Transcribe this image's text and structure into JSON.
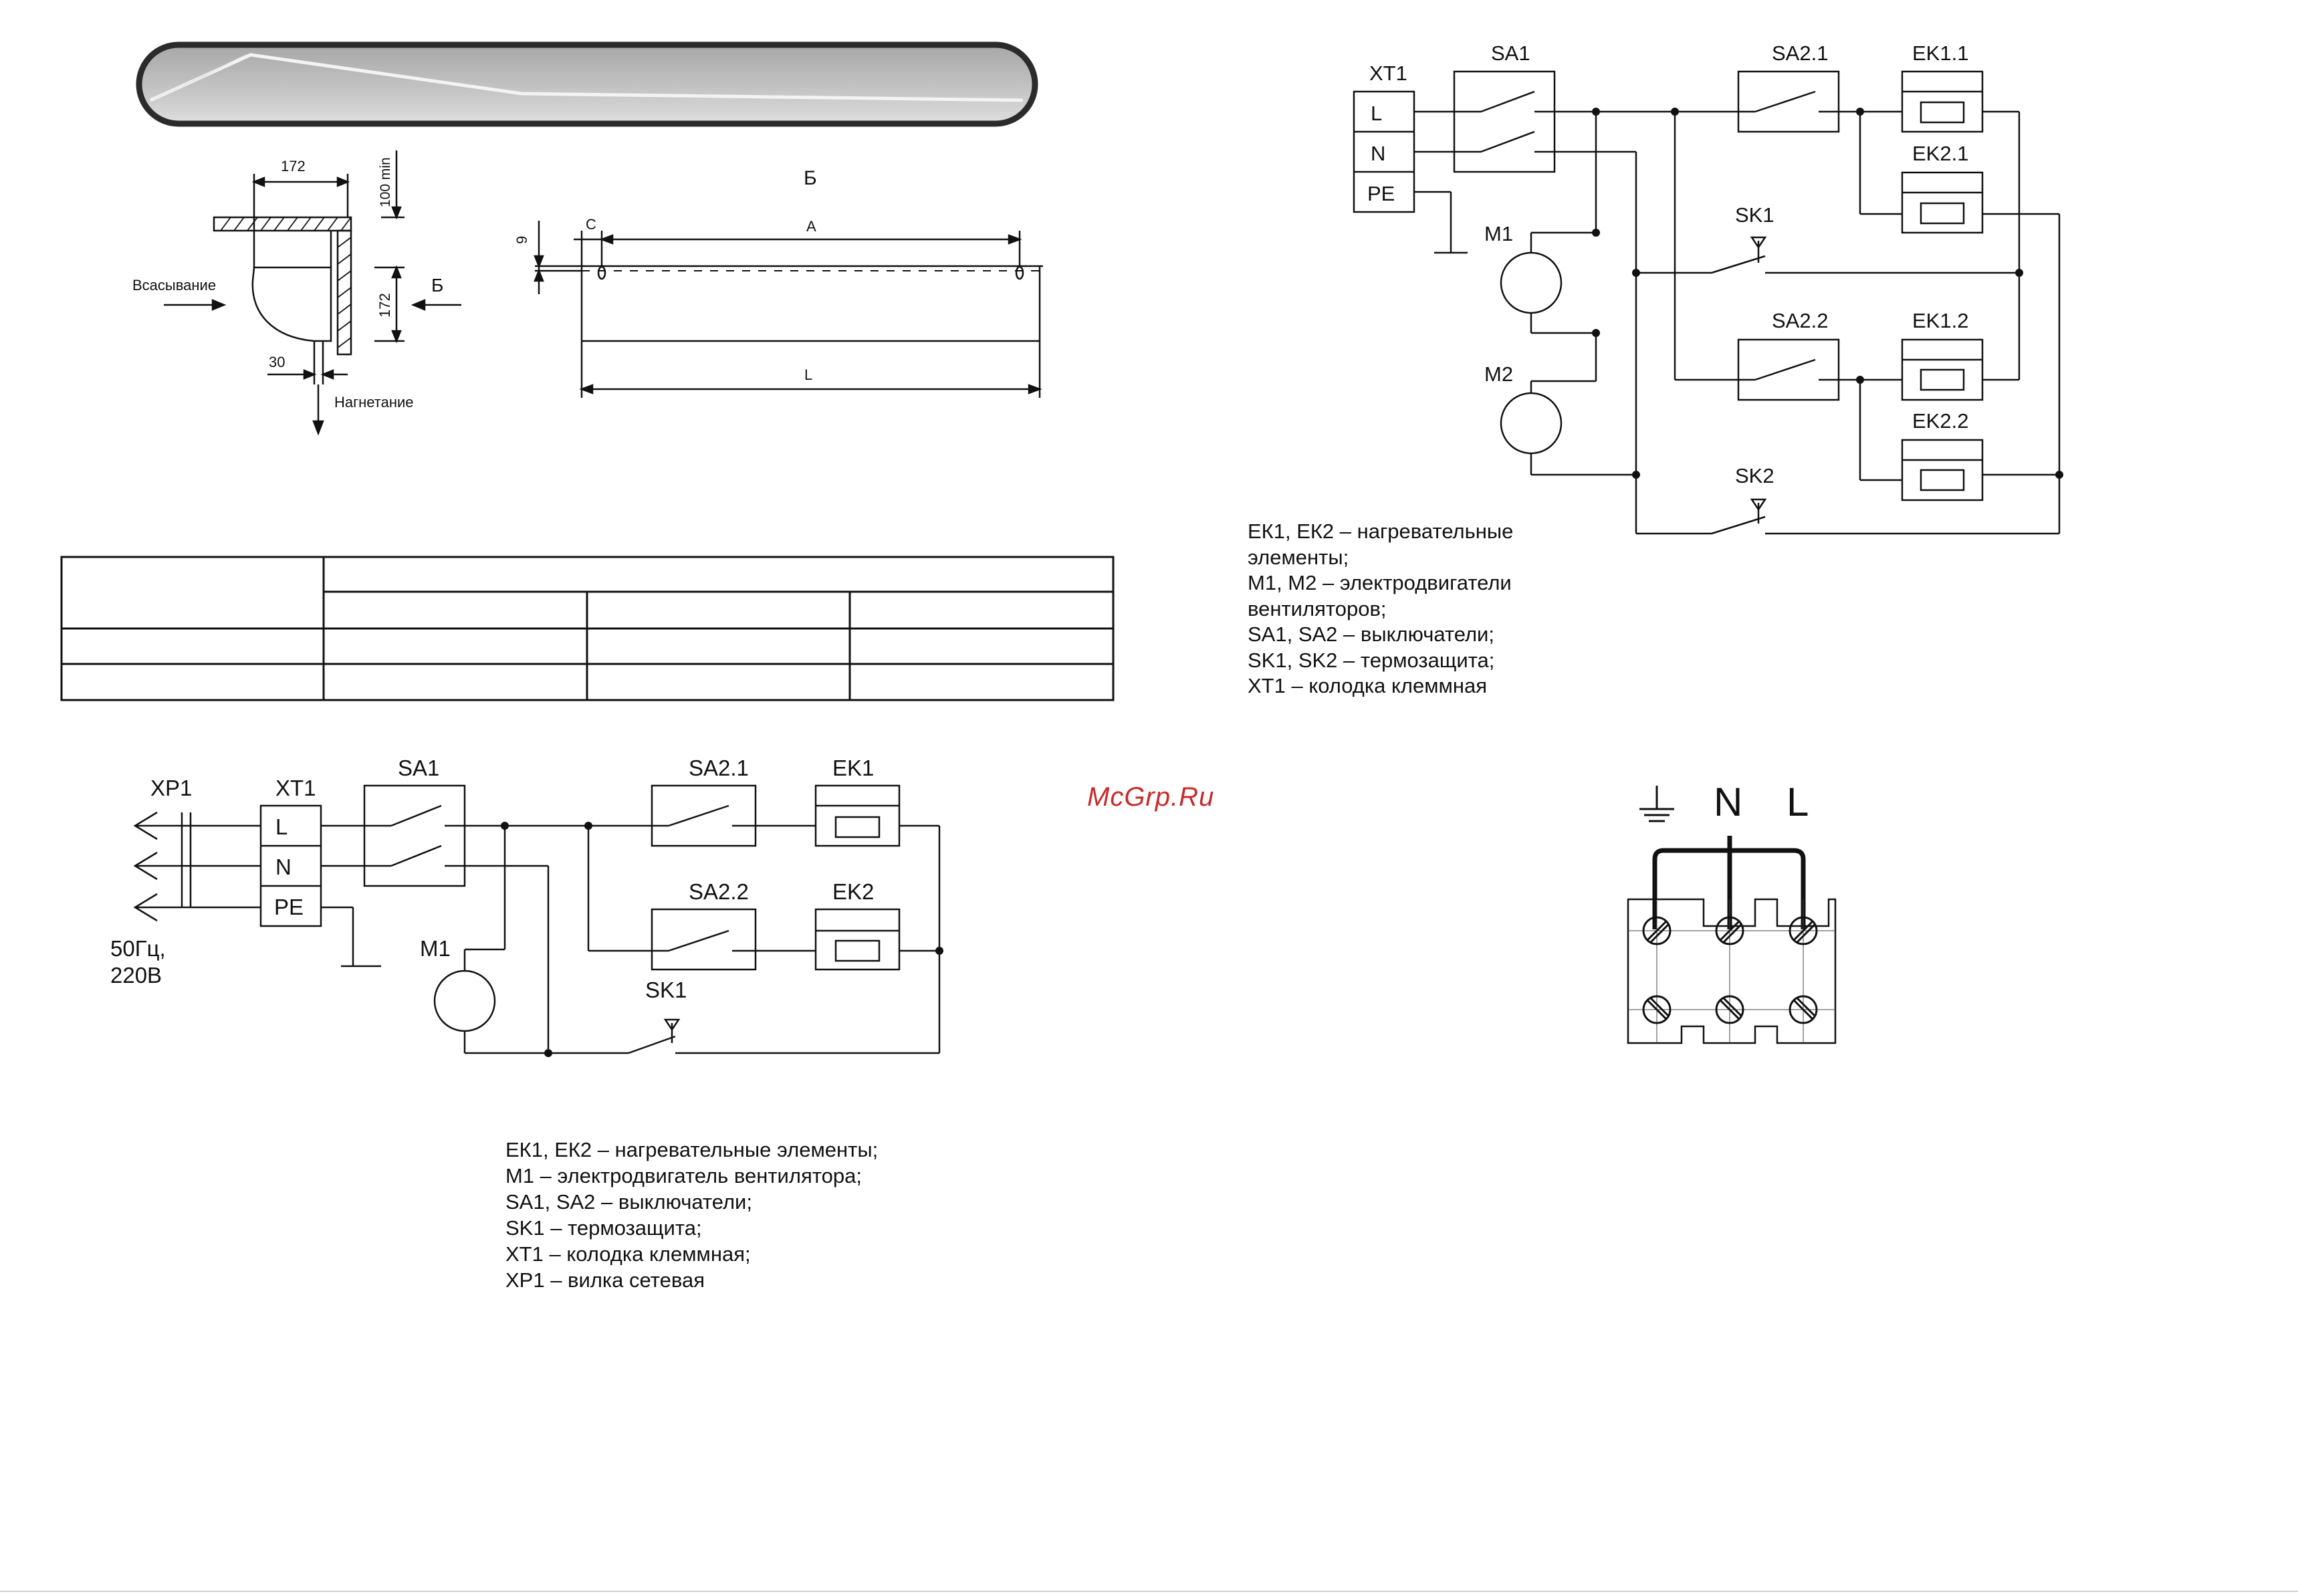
{
  "dimensions_drawing": {
    "side_view": {
      "dim_width": "172",
      "dim_clearance": "100 min",
      "dim_height": "172",
      "dim_bottom": "30",
      "label_suction": "Всасывание",
      "label_discharge": "Нагнетание",
      "view_marker": "Б"
    },
    "view_b": {
      "title": "Б",
      "dim_small": "9",
      "dim_c": "C",
      "dim_a": "A",
      "dim_l": "L"
    }
  },
  "table": {
    "rows": 4,
    "cells_text": []
  },
  "diagram_single_motor": {
    "plug": "XP1",
    "terminal_block": "XT1",
    "terminals": [
      "L",
      "N",
      "PE"
    ],
    "supply_line1": "50Гц,",
    "supply_line2": "220В",
    "switch_main": "SA1",
    "switch_1": "SA2.1",
    "switch_2": "SA2.2",
    "heater_1": "EK1",
    "heater_2": "EK2",
    "motor": "M1",
    "thermal": "SK1"
  },
  "legend_single_motor": [
    "ЕК1, ЕК2 – нагревательные элементы;",
    "М1 – электродвигатель вентилятора;",
    "SA1, SA2 – выключатели;",
    "SK1 – термозащита;",
    "XT1 – колодка клеммная;",
    "XP1 – вилка сетевая"
  ],
  "diagram_dual_motor": {
    "terminal_block": "XT1",
    "terminals": [
      "L",
      "N",
      "PE"
    ],
    "switch_main": "SA1",
    "switch_1": "SA2.1",
    "switch_2": "SA2.2",
    "heater_11": "EK1.1",
    "heater_21": "EK2.1",
    "heater_12": "EK1.2",
    "heater_22": "EK2.2",
    "motor_1": "M1",
    "motor_2": "M2",
    "thermal_1": "SK1",
    "thermal_2": "SK2"
  },
  "legend_dual_motor": [
    "ЕК1, ЕК2 – нагревательные",
    "элементы;",
    "М1, М2 – электродвигатели",
    "вентиляторов;",
    "SA1, SA2 – выключатели;",
    "SK1, SK2 – термозащита;",
    "XT1 – колодка клеммная"
  ],
  "terminal_wiring": {
    "label_n": "N",
    "label_l": "L"
  },
  "watermark": "McGrp.Ru"
}
